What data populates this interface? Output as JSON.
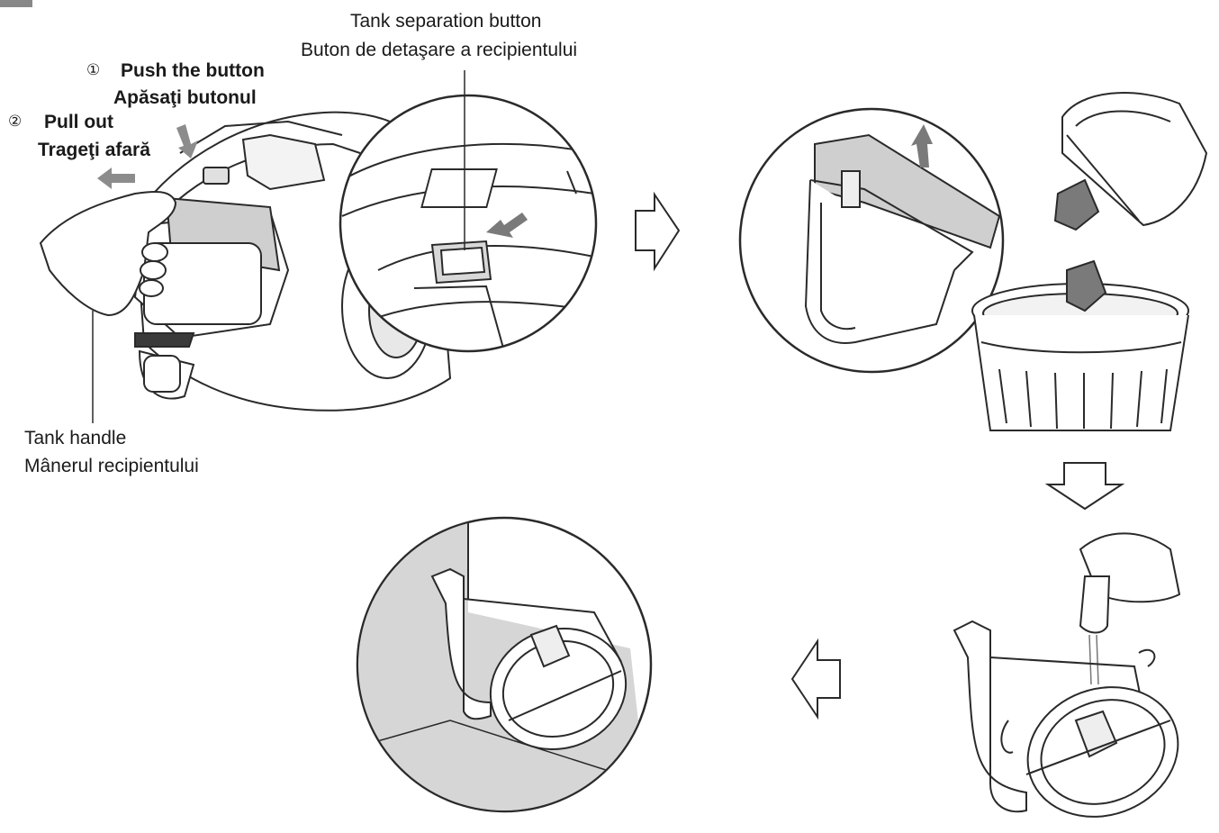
{
  "labels": {
    "separation_en": "Tank separation button",
    "separation_ro": "Buton de detaşare a recipientului",
    "step1_num": "①",
    "step1_en": "Push the button",
    "step1_ro": "Apăsaţi butonul",
    "step2_num": "②",
    "step2_en": "Pull out",
    "step2_ro": "Trageţi afară",
    "handle_en": "Tank handle",
    "handle_ro": "Mânerul recipientului"
  },
  "colors": {
    "line": "#2a2a2a",
    "shade": "#d6d6d6",
    "arrow_gray": "#8c8c8c",
    "dark": "#555555"
  }
}
